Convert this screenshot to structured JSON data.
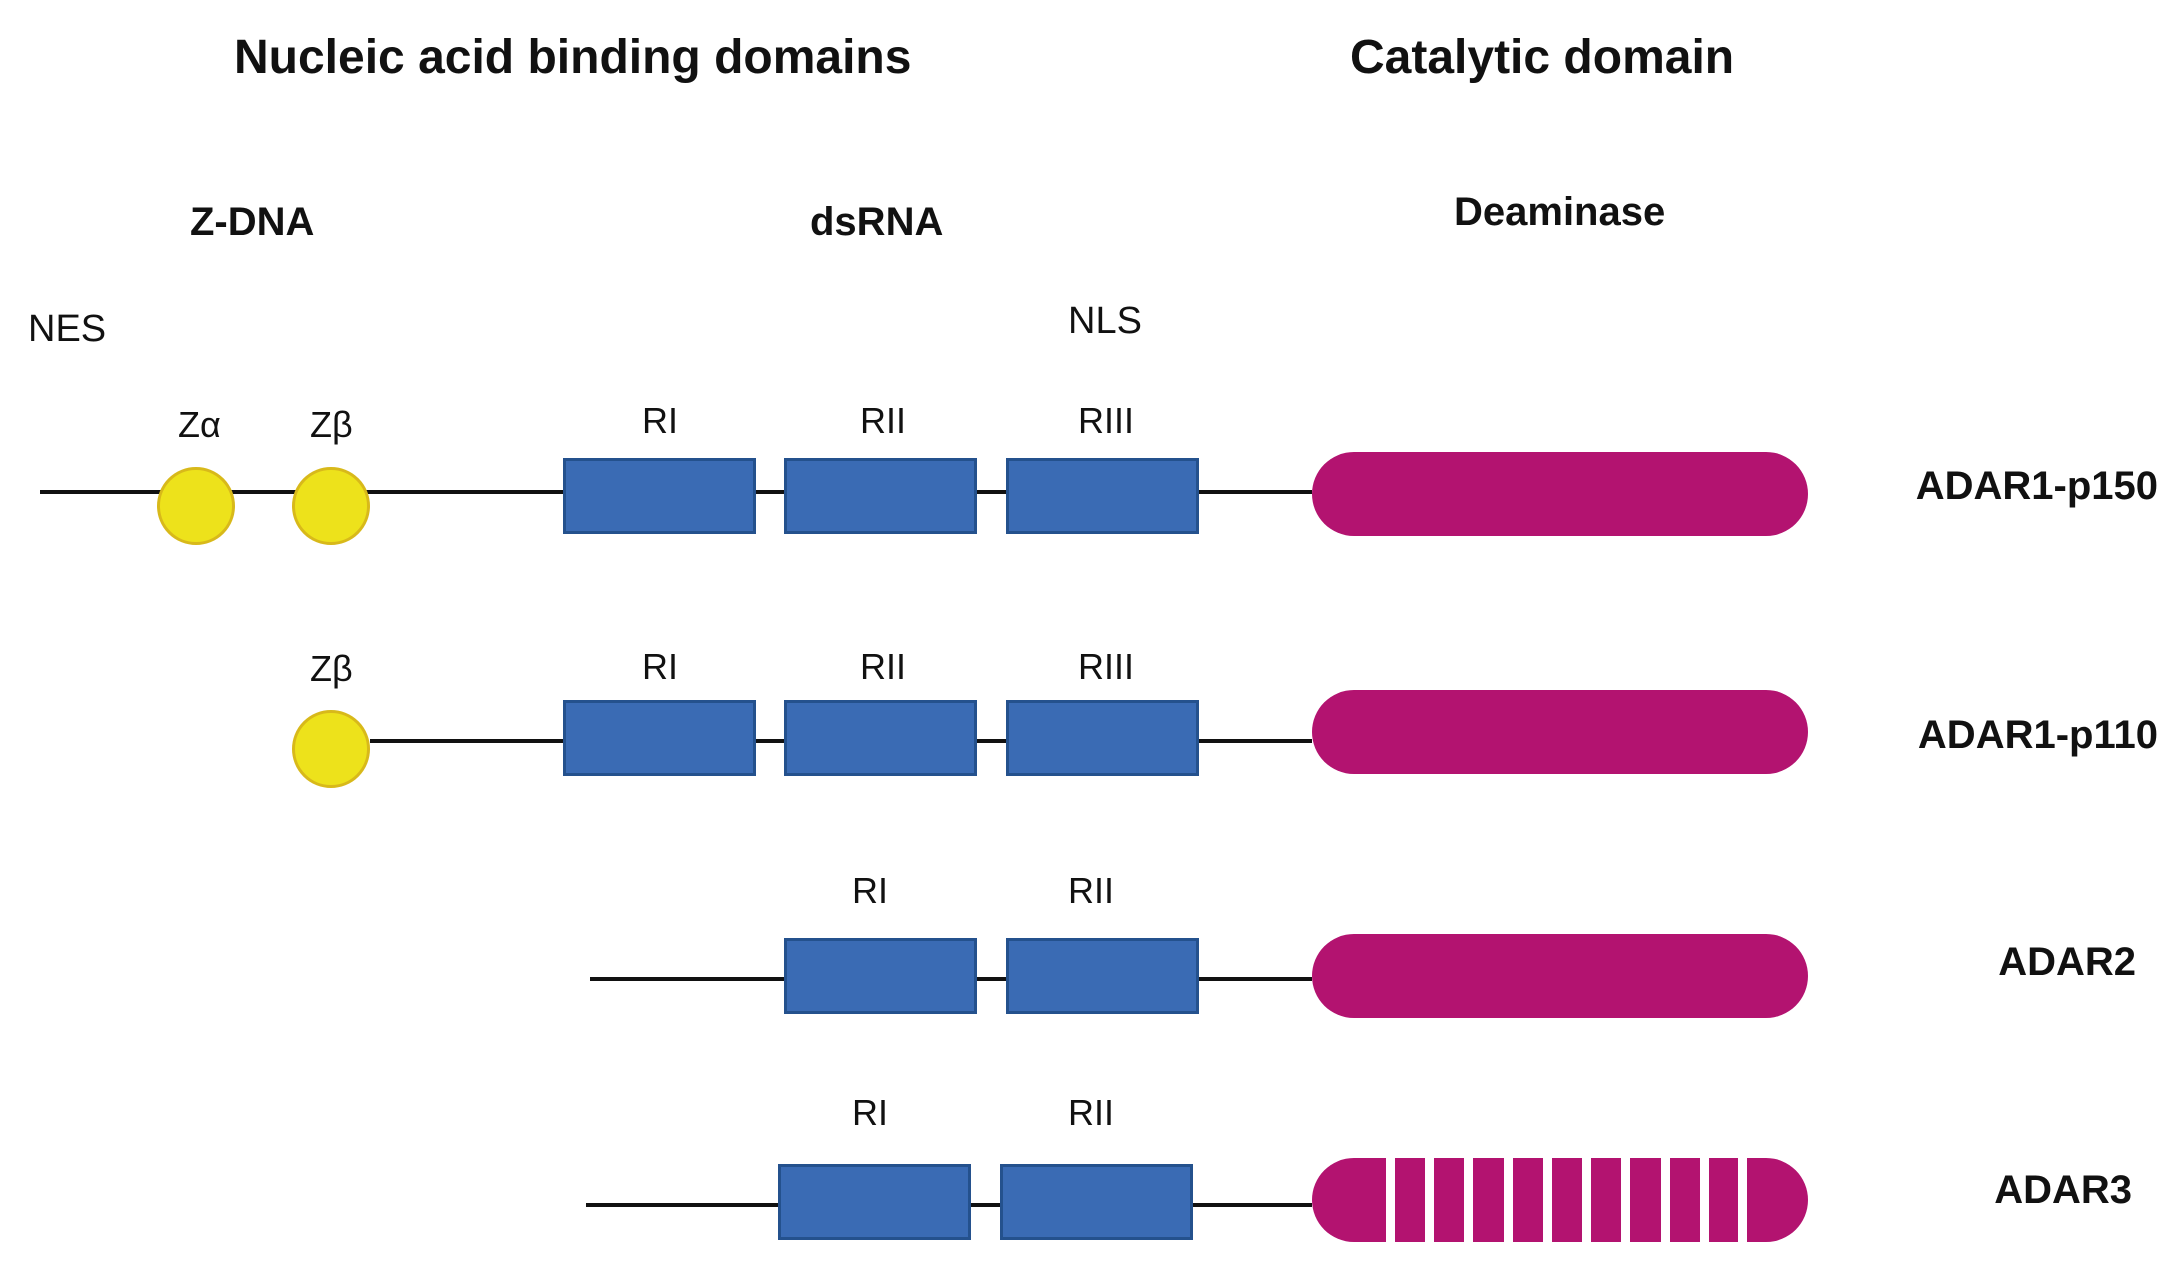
{
  "headers": {
    "nucleic_acid": "Nucleic acid binding domains",
    "catalytic": "Catalytic domain",
    "zdna": "Z-DNA",
    "dsrna": "dsRNA",
    "deaminase": "Deaminase"
  },
  "signals": {
    "nes": "NES",
    "nls": "NLS"
  },
  "domains": {
    "za": "Zα",
    "zb": "Zβ",
    "r1": "RI",
    "r2": "RII",
    "r3": "RIII"
  },
  "proteins": {
    "p150": "ADAR1-p150",
    "p110": "ADAR1-p110",
    "adar2": "ADAR2",
    "adar3": "ADAR3"
  },
  "colors": {
    "zdna_domain": "#ede21b",
    "dsrbd": "#3a6bb4",
    "deaminase": "#b31370",
    "stripe": "#ffffff"
  }
}
